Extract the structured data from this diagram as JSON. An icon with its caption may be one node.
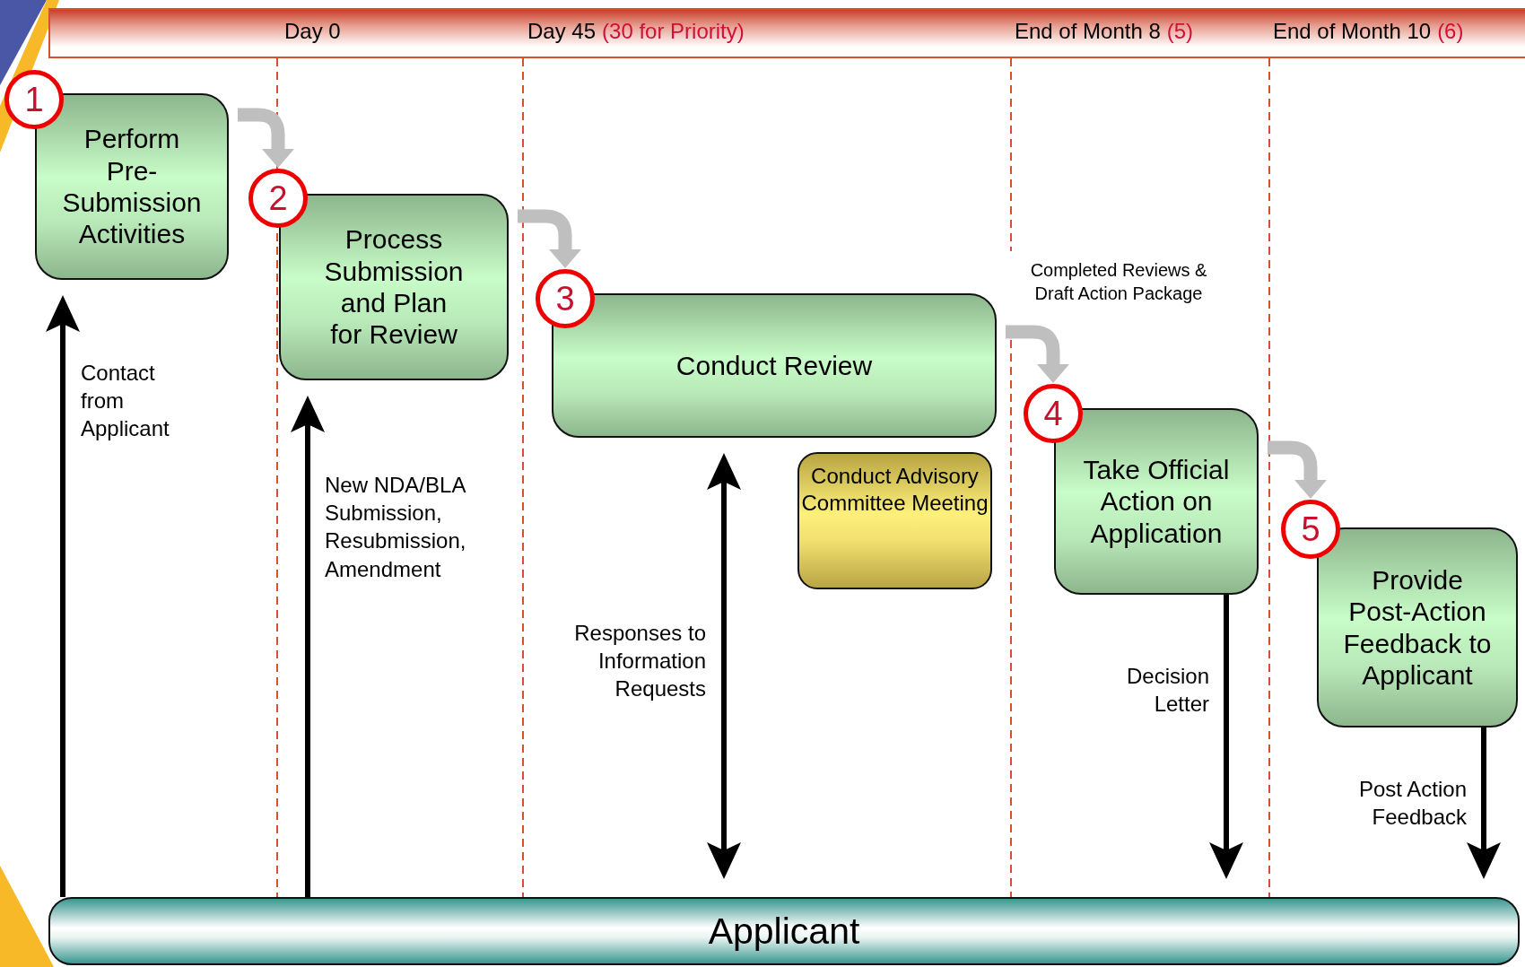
{
  "diagram": {
    "nodes": [
      {
        "text": [
          "1"
        ]
      },
      {
        "text": [
          "Perform Pre-Submission Activities"
        ]
      },
      {
        "text": [
          "2"
        ]
      },
      {
        "text": [
          "Process Submission and Plan for Review"
        ]
      },
      {
        "text": [
          "3"
        ]
      },
      {
        "text": [
          "Conduct Review"
        ]
      },
      {
        "text": [
          "Conduct Advisory Committee Meeting"
        ]
      },
      {
        "text": [
          "4"
        ]
      },
      {
        "text": [
          "Take Official Action on Application"
        ]
      },
      {
        "text": [
          "5"
        ]
      },
      {
        "text": [
          "Provide Post-Action Feedback to Applicant"
        ]
      },
      {
        "text": [
          "Applicant"
        ]
      }
    ],
    "edges": [
      {
        "from": 1,
        "to": 2,
        "arrow": "to",
        "style": "thick",
        "color": "#bfbfbf"
      },
      {
        "from": 3,
        "to": 4,
        "arrow": "to",
        "style": "thick",
        "color": "#bfbfbf"
      },
      {
        "from": 5,
        "to": 7,
        "arrow": "to",
        "style": "thick",
        "color": "#bfbfbf",
        "label": "Completed Reviews & Draft Action Package"
      },
      {
        "from": 8,
        "to": 9,
        "arrow": "to",
        "style": "thick",
        "color": "#bfbfbf"
      },
      {
        "from": 11,
        "to": 1,
        "arrow": "to",
        "label": "Contact from Applicant"
      },
      {
        "from": 11,
        "to": 3,
        "arrow": "to",
        "label": "New NDA/BLA Submission, Resubmission, Amendment"
      },
      {
        "from": 5,
        "to": 11,
        "arrow": "both",
        "label": "Responses to Information Requests"
      },
      {
        "from": 8,
        "to": 11,
        "arrow": "to",
        "label": "Decision Letter"
      },
      {
        "from": 10,
        "to": 11,
        "arrow": "to",
        "label": "Post Action Feedback"
      }
    ],
    "labels": [
      "Day 0",
      "Day 45",
      "(30 for Priority)",
      "End of Month 8",
      "(5)",
      "End of Month 10",
      "(6)"
    ]
  }
}
